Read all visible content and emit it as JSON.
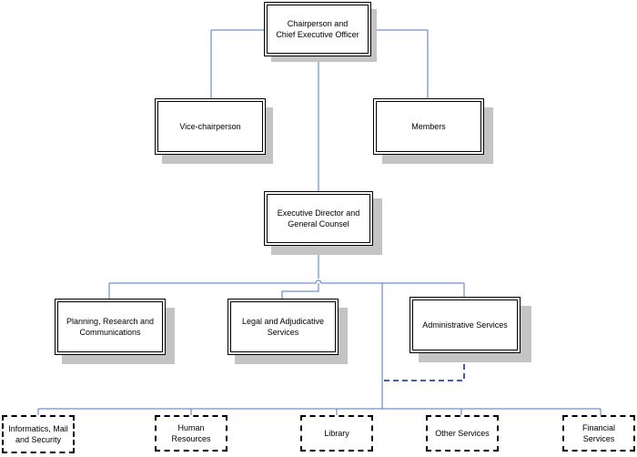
{
  "colors": {
    "connector": "#4e74c4",
    "box_border": "#000000",
    "shadow": "#c4c4c4"
  },
  "nodes": {
    "chair": "Chairperson and\nChief Executive Officer",
    "vice": "Vice-chairperson",
    "members": "Members",
    "exec": "Executive Director and\nGeneral Counsel",
    "planning": "Planning, Research and\nCommunications",
    "legal": "Legal and Adjudicative\nServices",
    "admin": "Administrative Services",
    "informatics": "Informatics, Mail\nand Security",
    "hr": "Human Resources",
    "library": "Library",
    "other": "Other Services",
    "financial": "Financial Services"
  }
}
